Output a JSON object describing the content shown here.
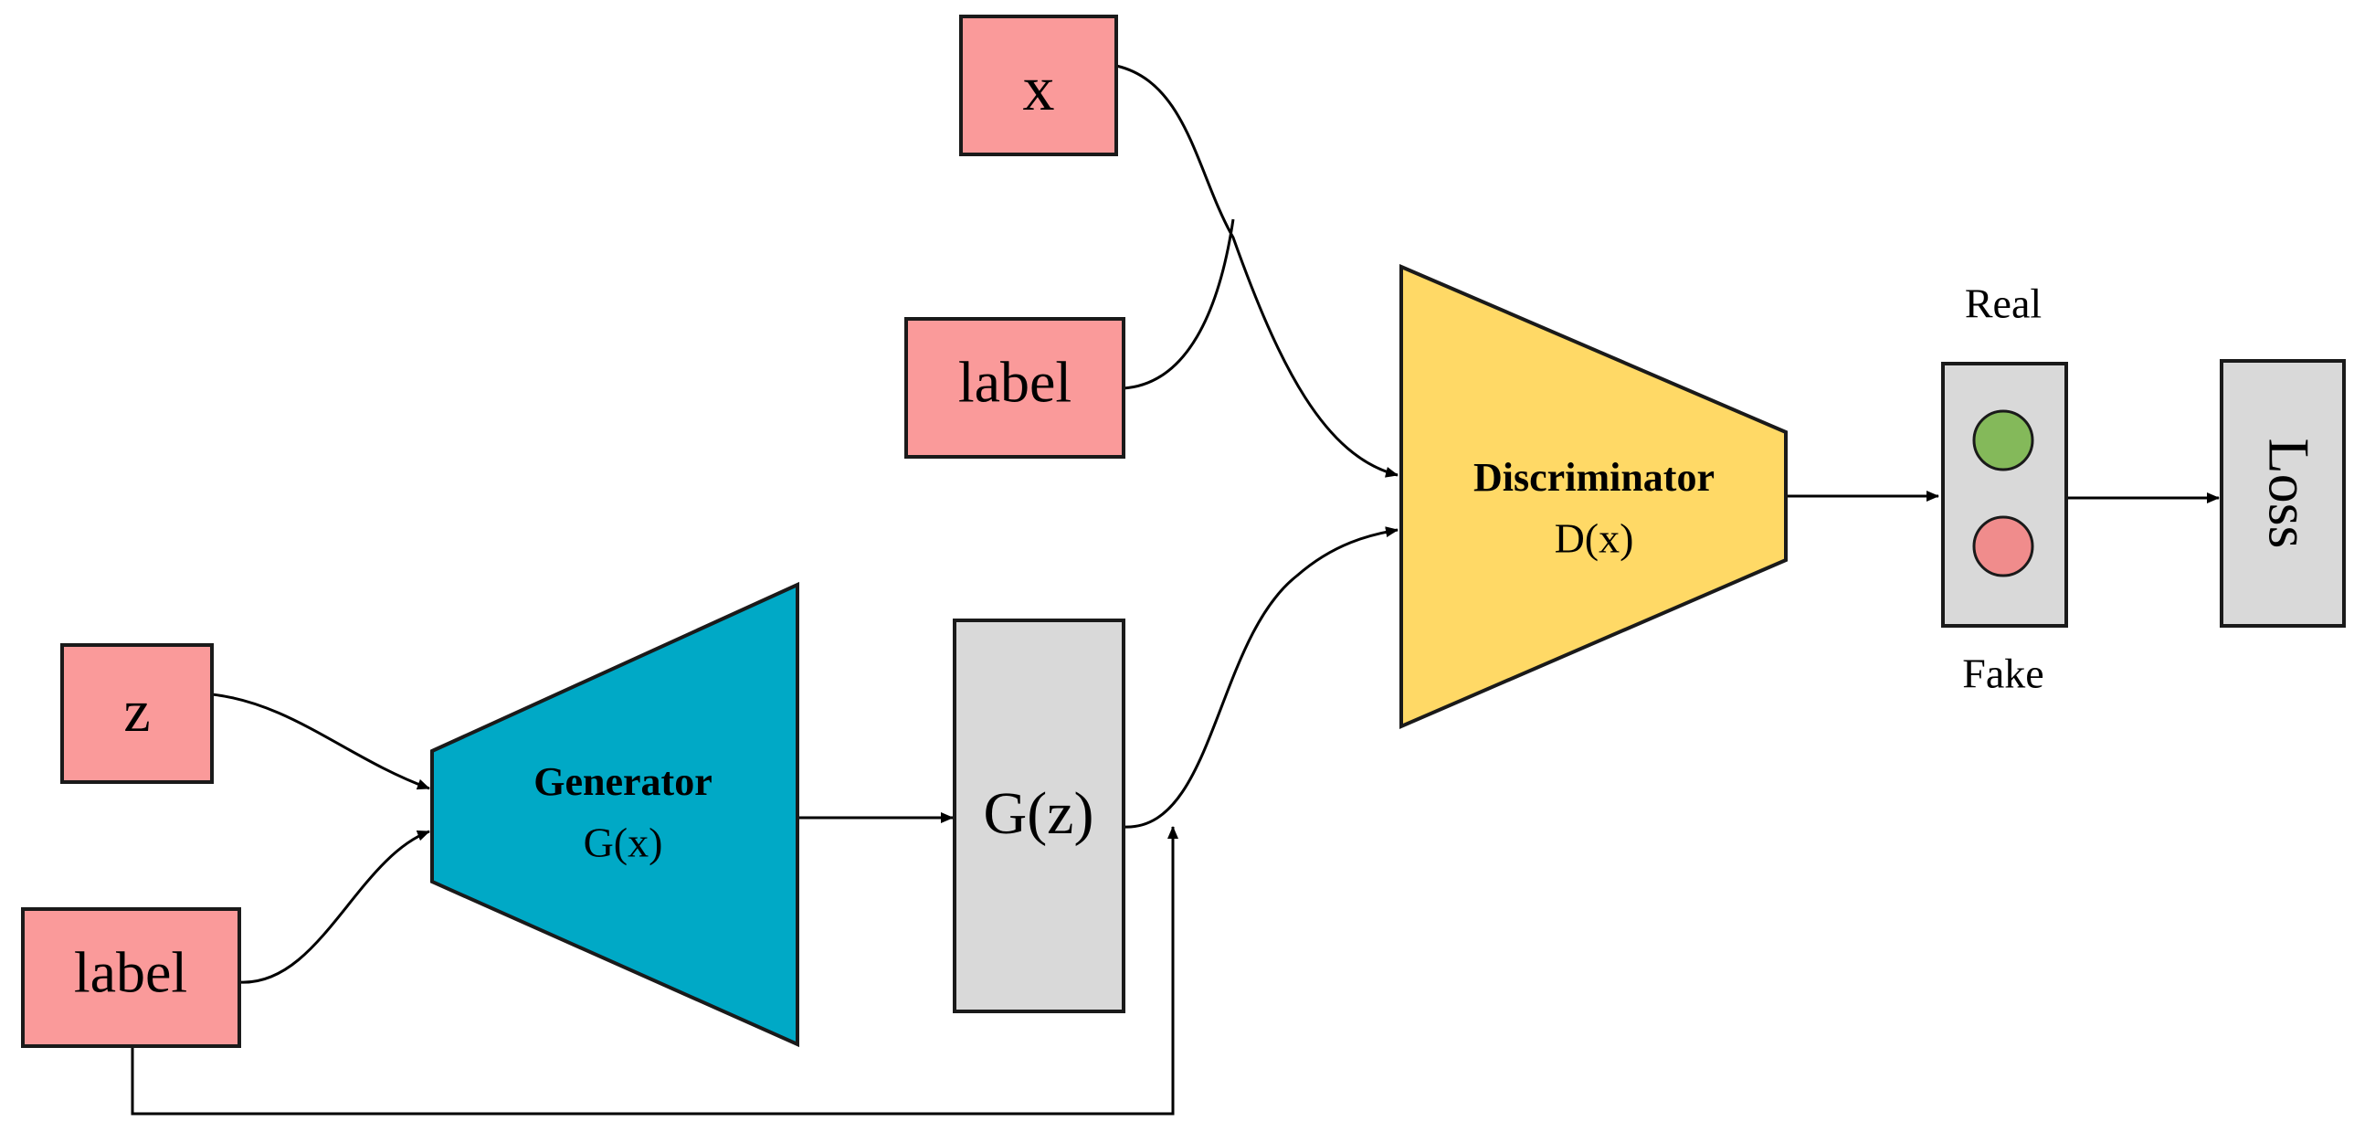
{
  "nodes": {
    "x_input": {
      "label": "x"
    },
    "label_disc": {
      "label": "label"
    },
    "z_input": {
      "label": "z"
    },
    "label_gen": {
      "label": "label"
    },
    "gz_output": {
      "label": "G(z)"
    },
    "loss": {
      "label": "Loss"
    }
  },
  "generator": {
    "title": "Generator",
    "subtitle": "G(x)"
  },
  "discriminator": {
    "title": "Discriminator",
    "subtitle": "D(x)"
  },
  "output": {
    "real_label": "Real",
    "fake_label": "Fake"
  },
  "colors": {
    "input_fill": "#fa9a9a",
    "gray_fill": "#d9d9d9",
    "generator_fill": "#00a9c6",
    "discriminator_fill": "#ffd966",
    "real_color": "#84b95a",
    "fake_color": "#f08c8c",
    "stroke": "#1a1a1a"
  }
}
